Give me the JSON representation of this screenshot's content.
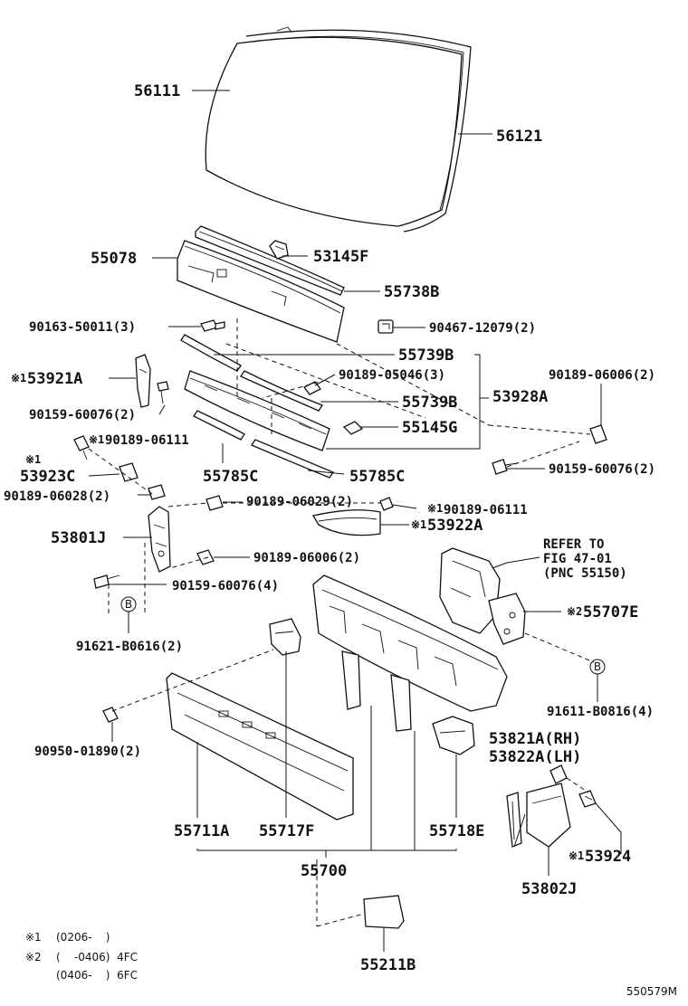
{
  "labels": {
    "p56111": "56111",
    "p56121": "56121",
    "p55078": "55078",
    "p53145F": "53145F",
    "p55738B": "55738B",
    "p90163": "90163-50011(3)",
    "p90467": "90467-12079(2)",
    "p55739B_1": "55739B",
    "p53921A": "53921A",
    "p90189_05046": "90189-05046(3)",
    "p90189_06006a": "90189-06006(2)",
    "p55739B_2": "55739B",
    "p53928A": "53928A",
    "p90159_60076a": "90159-60076(2)",
    "p55145G": "55145G",
    "p90189_06111a": "90189-06111",
    "p53923C": "53923C",
    "p55785C_1": "55785C",
    "p55785C_2": "55785C",
    "p90159_60076b": "90159-60076(2)",
    "p90189_06028": "90189-06028(2)",
    "p90189_06029": "90189-06029(2)",
    "p90189_06111b": "90189-06111",
    "p53922A": "53922A",
    "p53801J": "53801J",
    "refer1": "REFER TO",
    "refer2": "FIG 47-01",
    "refer3": "(PNC 55150)",
    "p90189_06006b": "90189-06006(2)",
    "p90159_60076c": "90159-60076(4)",
    "p55707E": "55707E",
    "p91621": "91621-B0616(2)",
    "p91611": "91611-B0816(4)",
    "p53821A": "53821A(RH)",
    "p53822A": "53822A(LH)",
    "p90950": "90950-01890(2)",
    "p55711A": "55711A",
    "p55717F": "55717F",
    "p55718E": "55718E",
    "p53924": "53924",
    "p55700": "55700",
    "p53802J": "53802J",
    "p55211B": "55211B"
  },
  "marks": {
    "note1": "※1",
    "note2": "※2",
    "circleB": "B"
  },
  "footnotes": {
    "n1_mark": "※1",
    "n1_text": "(0206-    )",
    "n2_mark": "※2",
    "n2_text_a": "(    -0406)  4FC",
    "n2_text_b": "(0406-    )  6FC"
  },
  "catalog_id": "550579M"
}
